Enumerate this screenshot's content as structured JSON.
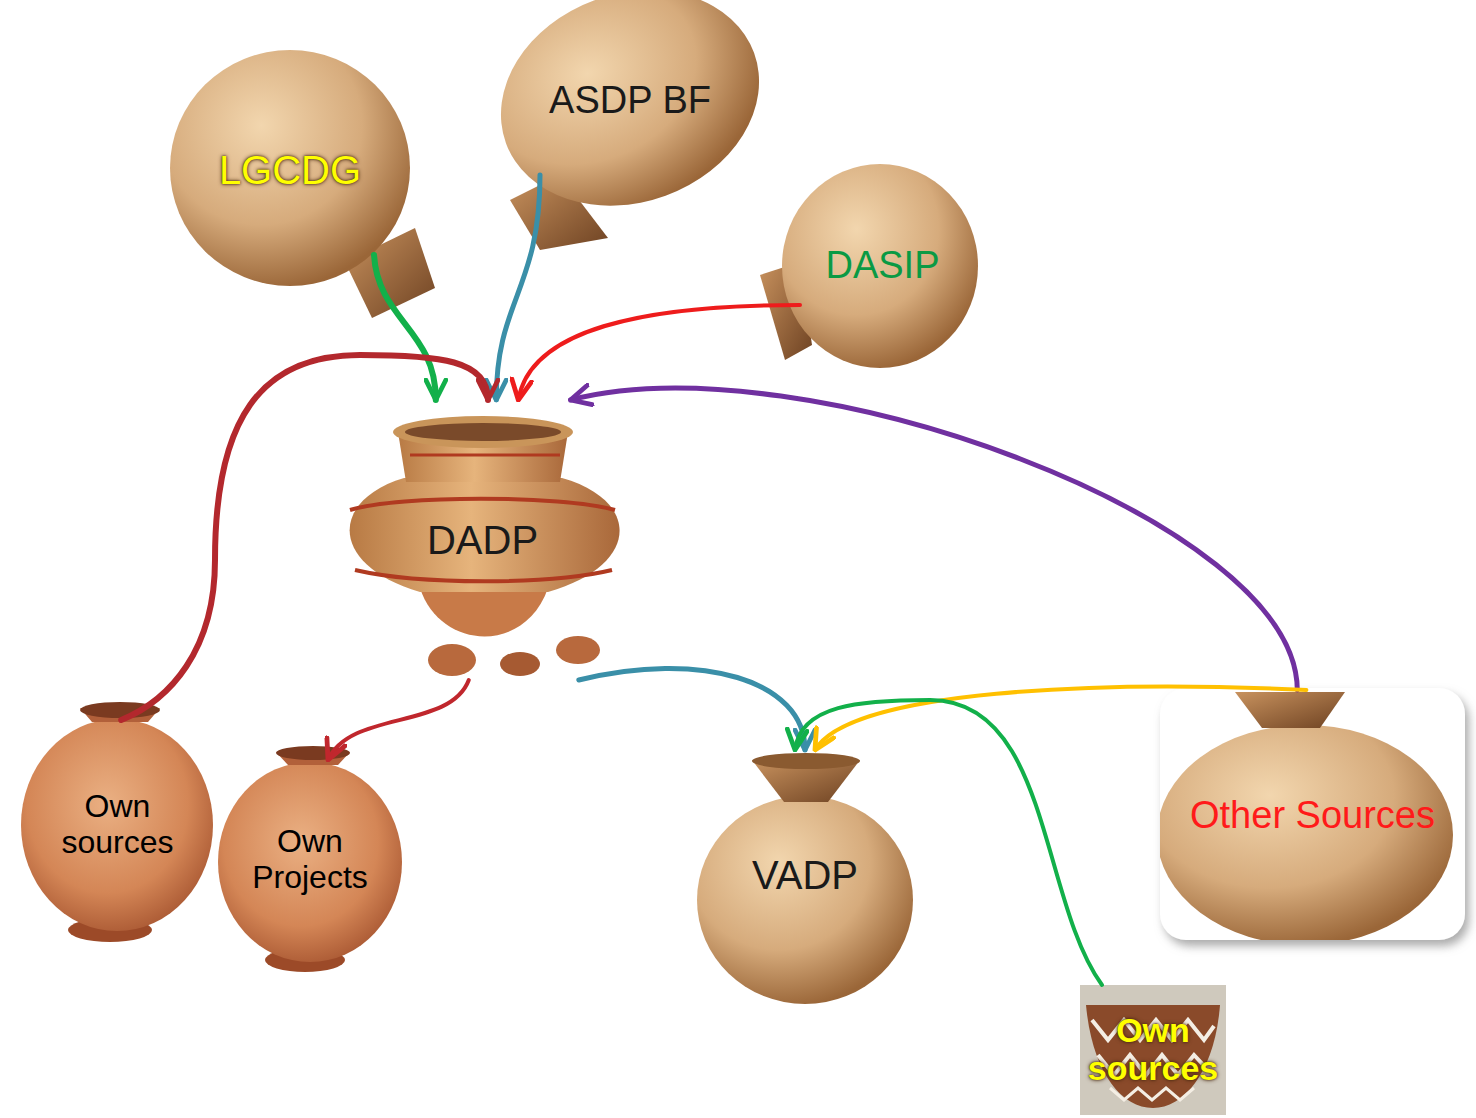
{
  "diagram": {
    "nodes": [
      {
        "text": [
          "LGCDG"
        ]
      },
      {
        "text": [
          "ASDP BF"
        ]
      },
      {
        "text": [
          "DASIP"
        ]
      },
      {
        "text": [
          "DADP"
        ]
      },
      {
        "text": [
          "Own sources"
        ]
      },
      {
        "text": [
          "Own Projects"
        ]
      },
      {
        "text": [
          "VADP"
        ]
      },
      {
        "text": [
          "Other Sources"
        ]
      },
      {
        "text": [
          "Own sources"
        ]
      }
    ],
    "edges": [
      {
        "from": 0,
        "to": 3,
        "arrow": "to"
      },
      {
        "from": 1,
        "to": 3,
        "arrow": "to"
      },
      {
        "from": 2,
        "to": 3,
        "arrow": "to"
      },
      {
        "from": 4,
        "to": 3,
        "arrow": "to"
      },
      {
        "from": 7,
        "to": 3,
        "arrow": "to"
      },
      {
        "from": 3,
        "to": 5,
        "arrow": "to"
      },
      {
        "from": 3,
        "to": 6,
        "arrow": "to"
      },
      {
        "from": 7,
        "to": 6,
        "arrow": "to"
      },
      {
        "from": 8,
        "to": 6,
        "arrow": "to"
      }
    ]
  }
}
